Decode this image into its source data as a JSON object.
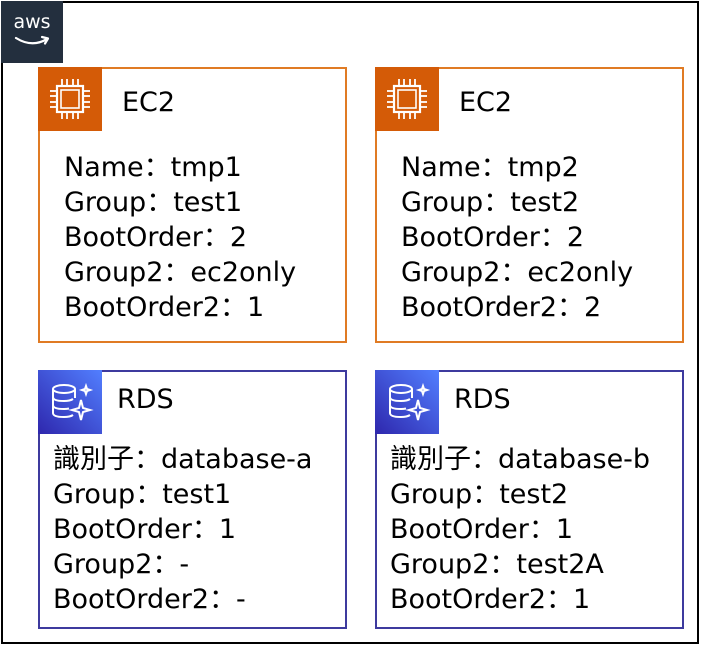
{
  "colors": {
    "ec2_accent": "#e07b24",
    "ec2_icon_bg": "#d45b07",
    "rds_accent": "#3d3a9e",
    "aws_logo_bg": "#232f3e"
  },
  "logo": {
    "text": "aws",
    "icon": "aws-logo"
  },
  "ec2_cards": [
    {
      "icon": "ec2-chip-icon",
      "title": "EC2",
      "lines": [
        "Name：tmp1",
        "Group：test1",
        "BootOrder：2",
        "Group2：ec2only",
        "BootOrder2：1"
      ]
    },
    {
      "icon": "ec2-chip-icon",
      "title": "EC2",
      "lines": [
        "Name：tmp2",
        "Group：test2",
        "BootOrder：2",
        "Group2：ec2only",
        "BootOrder2：2"
      ]
    }
  ],
  "rds_cards": [
    {
      "icon": "rds-database-icon",
      "title": "RDS",
      "lines": [
        "識別子：database-a",
        "Group：test1",
        "BootOrder：1",
        "Group2：-",
        "BootOrder2：-"
      ]
    },
    {
      "icon": "rds-database-icon",
      "title": "RDS",
      "lines": [
        "識別子：database-b",
        "Group：test2",
        "BootOrder：1",
        "Group2：test2A",
        "BootOrder2：1"
      ]
    }
  ]
}
